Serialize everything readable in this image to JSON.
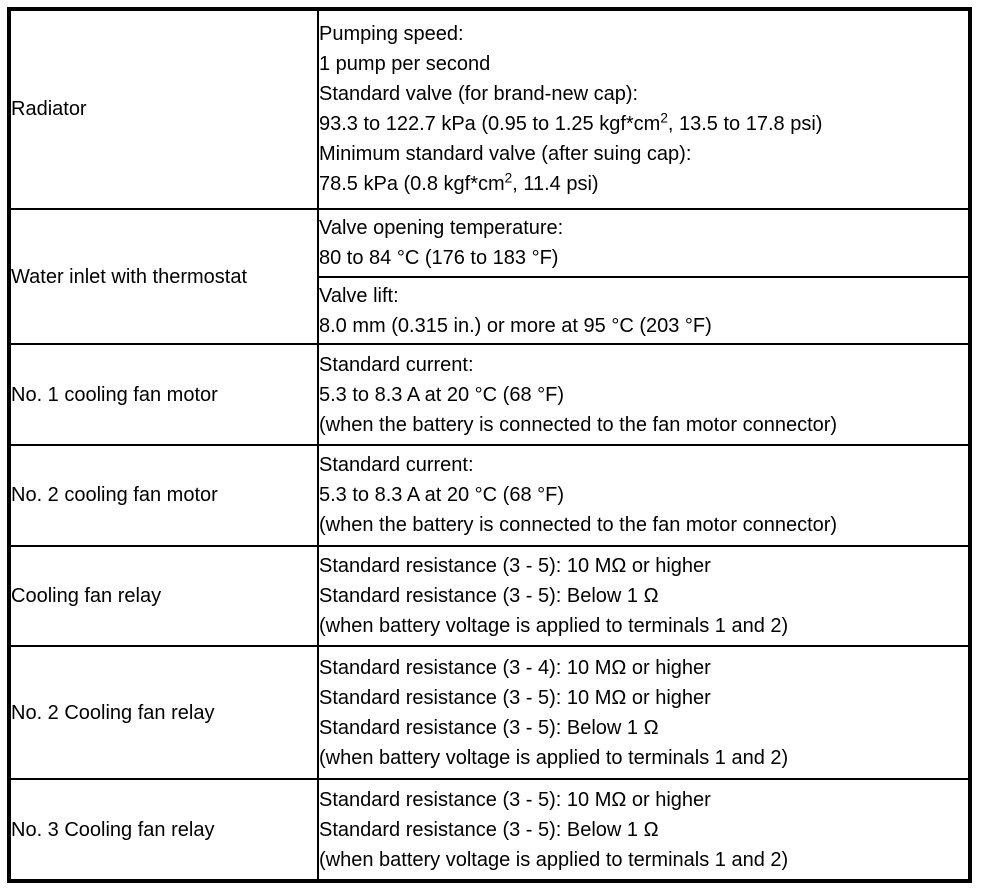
{
  "document": {
    "type": "specification-table",
    "border_color": "#000000",
    "background_color": "#ffffff",
    "text_color": "#000000"
  },
  "rows": [
    {
      "label": "Radiator",
      "blocks": [
        {
          "lines": [
            {
              "text": "Pumping speed:"
            },
            {
              "text": "1 pump per second"
            },
            {
              "text": "Standard valve (for brand-new cap):"
            },
            {
              "pre": "93.3 to 122.7 kPa (0.95 to 1.25 kgf*cm",
              "sup": "2",
              "post": ", 13.5 to 17.8 psi)"
            },
            {
              "text": "Minimum standard valve (after suing cap):"
            },
            {
              "pre": "78.5 kPa (0.8 kgf*cm",
              "sup": "2",
              "post": ", 11.4 psi)"
            }
          ]
        }
      ]
    },
    {
      "label": "Water inlet with thermostat",
      "blocks": [
        {
          "lines": [
            {
              "text": "Valve opening temperature:"
            },
            {
              "text": "80 to 84 °C (176 to 183 °F)"
            }
          ]
        },
        {
          "lines": [
            {
              "text": "Valve lift:"
            },
            {
              "text": "8.0 mm (0.315 in.) or more at 95 °C (203 °F)"
            }
          ]
        }
      ]
    },
    {
      "label": "No. 1 cooling fan motor",
      "blocks": [
        {
          "lines": [
            {
              "text": "Standard current:"
            },
            {
              "text": "5.3 to 8.3 A at 20 °C (68 °F)"
            },
            {
              "text": "(when the battery is connected to the fan motor connector)"
            }
          ]
        }
      ]
    },
    {
      "label": "No. 2 cooling fan motor",
      "blocks": [
        {
          "lines": [
            {
              "text": "Standard current:"
            },
            {
              "text": "5.3 to 8.3 A at 20 °C (68 °F)"
            },
            {
              "text": "(when the battery is connected to the fan motor connector)"
            }
          ]
        }
      ]
    },
    {
      "label": "Cooling fan relay",
      "blocks": [
        {
          "lines": [
            {
              "text": "Standard resistance (3 - 5): 10 MΩ or higher"
            },
            {
              "text": "Standard resistance (3 - 5): Below 1 Ω"
            },
            {
              "text": "(when battery voltage is applied to terminals 1 and 2)"
            }
          ]
        }
      ]
    },
    {
      "label": "No. 2 Cooling fan relay",
      "blocks": [
        {
          "lines": [
            {
              "text": "Standard resistance (3 - 4): 10 MΩ or higher"
            },
            {
              "text": "Standard resistance (3 - 5): 10 MΩ or higher"
            },
            {
              "text": "Standard resistance (3 - 5): Below 1 Ω"
            },
            {
              "text": "(when battery voltage is applied to terminals 1 and 2)"
            }
          ]
        }
      ]
    },
    {
      "label": "No. 3 Cooling fan relay",
      "blocks": [
        {
          "lines": [
            {
              "text": "Standard resistance (3 - 5): 10 MΩ or higher"
            },
            {
              "text": "Standard resistance (3 - 5): Below 1 Ω"
            },
            {
              "text": "(when battery voltage is applied to terminals 1 and 2)"
            }
          ]
        }
      ]
    }
  ]
}
